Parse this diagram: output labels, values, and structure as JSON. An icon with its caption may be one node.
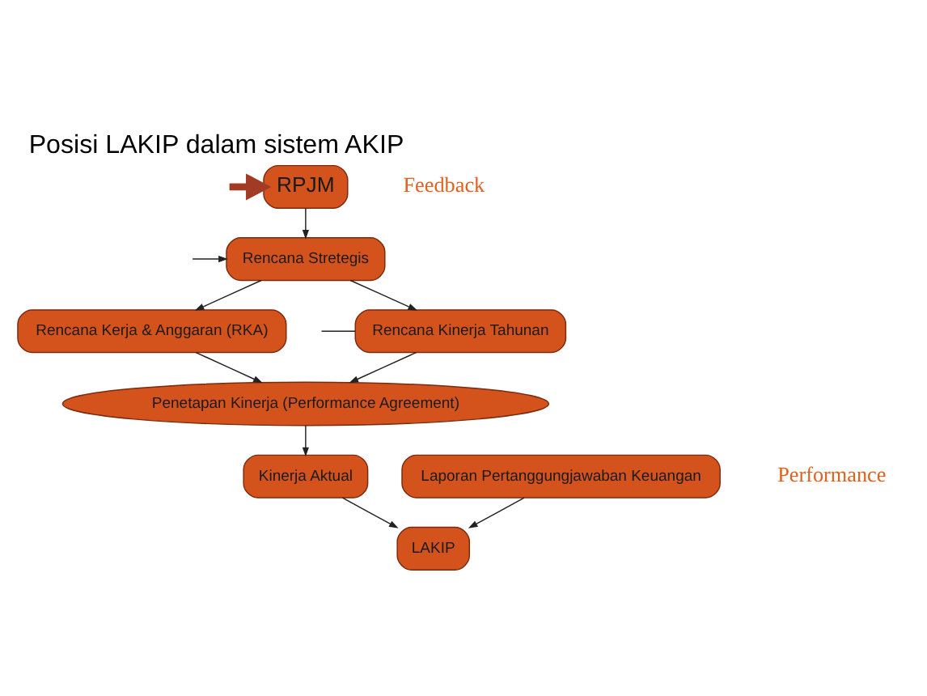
{
  "diagram": {
    "title": "Posisi LAKIP dalam sistem AKIP",
    "nodes": [
      {
        "text": [
          "RPJM"
        ]
      },
      {
        "text": [
          "Rencana Stretegis"
        ]
      },
      {
        "text": [
          "Rencana Kinerja Tahunan"
        ]
      },
      {
        "text": [
          "Rencana Kerja & Anggaran (RKA)"
        ]
      },
      {
        "text": [
          "Penetapan Kinerja (Performance Agreement)"
        ]
      },
      {
        "text": [
          "Kinerja Aktual"
        ]
      },
      {
        "text": [
          "Laporan Pertanggungjawaban Keuangan"
        ]
      },
      {
        "text": [
          "LAKIP"
        ]
      }
    ],
    "edges": [
      {
        "from": null,
        "to": 0,
        "arrow": "to",
        "style": "thick",
        "color": "#a33a26"
      },
      {
        "from": 0,
        "to": 1,
        "arrow": "to"
      },
      {
        "from": null,
        "to": 1,
        "arrow": "to"
      },
      {
        "from": 1,
        "to": 2,
        "arrow": "to"
      },
      {
        "from": 1,
        "to": 3,
        "arrow": "to"
      },
      {
        "from": null,
        "to": 2,
        "arrow": "none"
      },
      {
        "from": 2,
        "to": 4,
        "arrow": "to"
      },
      {
        "from": 3,
        "to": 4,
        "arrow": "to"
      },
      {
        "from": 4,
        "to": 5,
        "arrow": "to"
      },
      {
        "from": 5,
        "to": 7,
        "arrow": "to"
      },
      {
        "from": 6,
        "to": 7,
        "arrow": "to"
      }
    ],
    "labels": [
      "Feedback",
      "Performance"
    ]
  }
}
